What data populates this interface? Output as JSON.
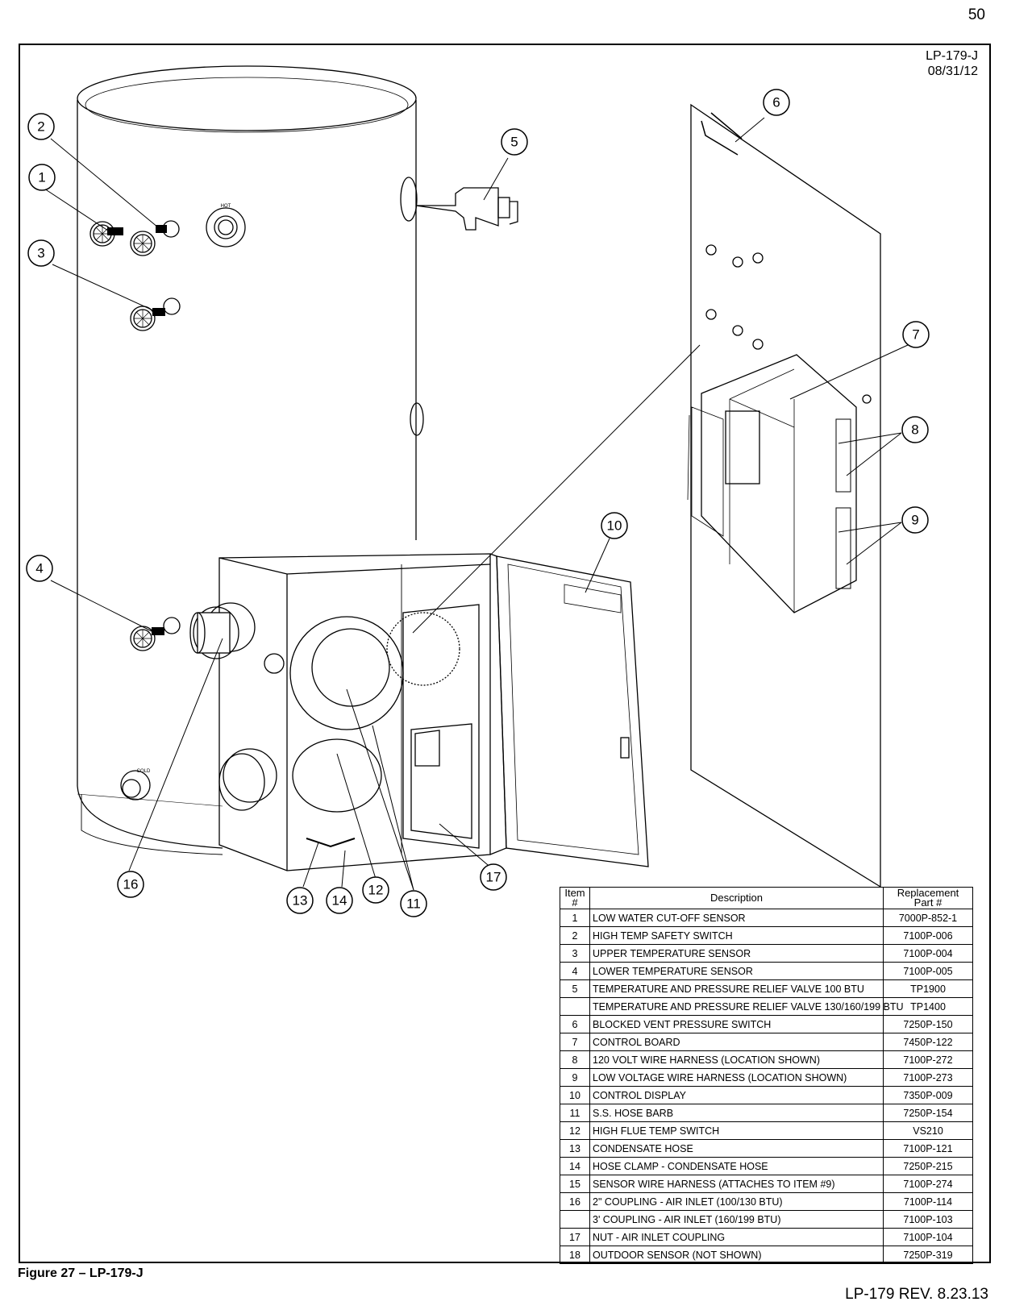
{
  "page_number": "50",
  "drawing": {
    "id": "LP-179-J",
    "date": "08/31/12"
  },
  "figure_caption": "Figure 27 – LP-179-J",
  "footer": "LP-179 REV. 8.23.13",
  "diagram_labels": {
    "hot": "HOT",
    "cold": "COLD"
  },
  "callouts": [
    "1",
    "2",
    "3",
    "4",
    "5",
    "6",
    "7",
    "8",
    "9",
    "10",
    "11",
    "12",
    "13",
    "14",
    "16",
    "17"
  ],
  "parts_table": {
    "headers": {
      "item": "Item #",
      "description": "Description",
      "part": "Replacement Part #"
    },
    "rows": [
      {
        "item": "1",
        "description": "LOW WATER CUT-OFF SENSOR",
        "part": "7000P-852-1"
      },
      {
        "item": "2",
        "description": "HIGH TEMP SAFETY SWITCH",
        "part": "7100P-006"
      },
      {
        "item": "3",
        "description": "UPPER TEMPERATURE SENSOR",
        "part": "7100P-004"
      },
      {
        "item": "4",
        "description": "LOWER TEMPERATURE SENSOR",
        "part": "7100P-005"
      },
      {
        "item": "5",
        "description": "TEMPERATURE AND PRESSURE RELIEF VALVE 100 BTU",
        "part": "TP1900"
      },
      {
        "item": "",
        "description": "TEMPERATURE AND PRESSURE RELIEF VALVE 130/160/199 BTU",
        "part": "TP1400"
      },
      {
        "item": "6",
        "description": "BLOCKED VENT PRESSURE SWITCH",
        "part": "7250P-150"
      },
      {
        "item": "7",
        "description": "CONTROL BOARD",
        "part": "7450P-122"
      },
      {
        "item": "8",
        "description": "120 VOLT WIRE HARNESS (LOCATION SHOWN)",
        "part": "7100P-272"
      },
      {
        "item": "9",
        "description": "LOW VOLTAGE WIRE HARNESS (LOCATION SHOWN)",
        "part": "7100P-273"
      },
      {
        "item": "10",
        "description": "CONTROL DISPLAY",
        "part": "7350P-009"
      },
      {
        "item": "11",
        "description": "S.S. HOSE BARB",
        "part": "7250P-154"
      },
      {
        "item": "12",
        "description": "HIGH FLUE TEMP SWITCH",
        "part": "VS210"
      },
      {
        "item": "13",
        "description": "CONDENSATE HOSE",
        "part": "7100P-121"
      },
      {
        "item": "14",
        "description": "HOSE CLAMP - CONDENSATE HOSE",
        "part": "7250P-215"
      },
      {
        "item": "15",
        "description": "SENSOR WIRE HARNESS (ATTACHES TO ITEM #9)",
        "part": "7100P-274"
      },
      {
        "item": "16",
        "description": "2\" COUPLING - AIR INLET (100/130 BTU)",
        "part": "7100P-114"
      },
      {
        "item": "",
        "description": "3' COUPLING - AIR INLET (160/199 BTU)",
        "part": "7100P-103"
      },
      {
        "item": "17",
        "description": "NUT - AIR INLET COUPLING",
        "part": "7100P-104"
      },
      {
        "item": "18",
        "description": "OUTDOOR SENSOR (NOT SHOWN)",
        "part": "7250P-319"
      }
    ]
  }
}
